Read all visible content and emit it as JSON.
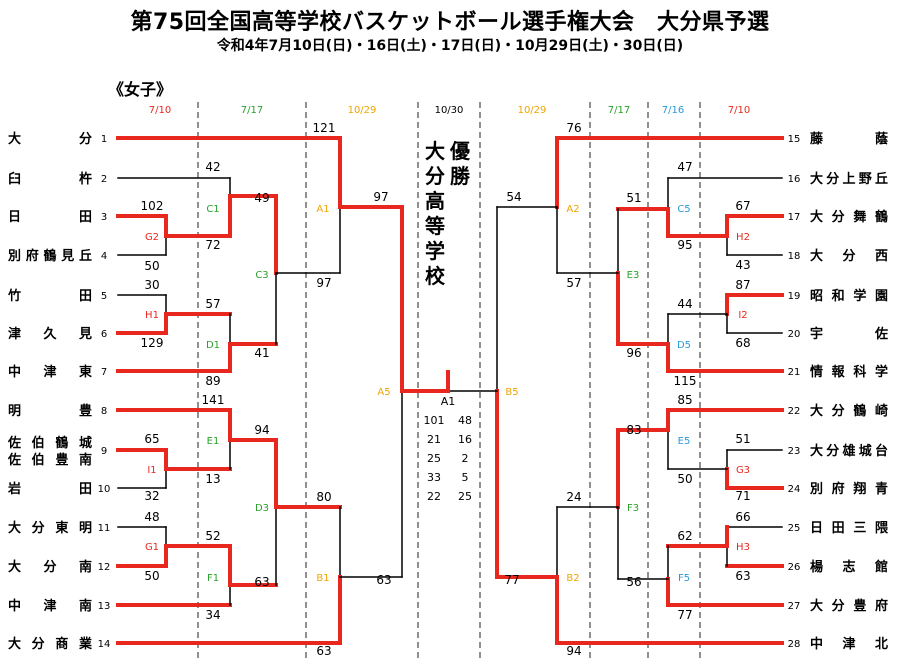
{
  "header": {
    "title": "第75回全国高等学校バスケットボール選手権大会　大分県予選",
    "subtitle": "令和4年7月10日(日)・16日(土)・17日(日)・10月29日(土)・30日(日)",
    "section": "《女子》"
  },
  "colors": {
    "win": "#e8281e",
    "base": "#000000",
    "r1": "#e8281e",
    "r2": "#2aa02a",
    "r3": "#f0a500",
    "r5": "#2a9ad8"
  },
  "dates": [
    {
      "label": "7/10",
      "color": "#e8281e"
    },
    {
      "label": "7/17",
      "color": "#2aa02a"
    },
    {
      "label": "10/29",
      "color": "#f0a500"
    },
    {
      "label": "10/30",
      "color": "#000000"
    },
    {
      "label": "10/29",
      "color": "#f0a500"
    },
    {
      "label": "7/17",
      "color": "#2aa02a"
    },
    {
      "label": "7/16",
      "color": "#2a9ad8"
    },
    {
      "label": "7/10",
      "color": "#e8281e"
    }
  ],
  "teams_left": [
    {
      "seed": "1",
      "name": "大分"
    },
    {
      "seed": "2",
      "name": "臼杵"
    },
    {
      "seed": "3",
      "name": "日田"
    },
    {
      "seed": "4",
      "name": "別府鶴見丘"
    },
    {
      "seed": "5",
      "name": "竹田"
    },
    {
      "seed": "6",
      "name": "津久見"
    },
    {
      "seed": "7",
      "name": "中津東"
    },
    {
      "seed": "8",
      "name": "明豊"
    },
    {
      "seed": "9",
      "name": "佐伯鶴城\n佐伯豊南"
    },
    {
      "seed": "10",
      "name": "岩田"
    },
    {
      "seed": "11",
      "name": "大分東明"
    },
    {
      "seed": "12",
      "name": "大分南"
    },
    {
      "seed": "13",
      "name": "中津南"
    },
    {
      "seed": "14",
      "name": "大分商業"
    }
  ],
  "teams_right": [
    {
      "seed": "15",
      "name": "藤蔭"
    },
    {
      "seed": "16",
      "name": "大分上野丘"
    },
    {
      "seed": "17",
      "name": "大分舞鶴"
    },
    {
      "seed": "18",
      "name": "大分西"
    },
    {
      "seed": "19",
      "name": "昭和学園"
    },
    {
      "seed": "20",
      "name": "宇佐"
    },
    {
      "seed": "21",
      "name": "情報科学"
    },
    {
      "seed": "22",
      "name": "大分鶴崎"
    },
    {
      "seed": "23",
      "name": "大分雄城台"
    },
    {
      "seed": "24",
      "name": "別府翔青"
    },
    {
      "seed": "25",
      "name": "日田三隈"
    },
    {
      "seed": "26",
      "name": "楊志館"
    },
    {
      "seed": "27",
      "name": "大分豊府"
    },
    {
      "seed": "28",
      "name": "中津北"
    }
  ],
  "games": [
    {
      "id": "G2",
      "top": "102",
      "bottom": "50"
    },
    {
      "id": "H1",
      "top": "30",
      "bottom": "129"
    },
    {
      "id": "I1",
      "top": "65",
      "bottom": "32"
    },
    {
      "id": "G1",
      "top": "48",
      "bottom": "50"
    },
    {
      "id": "C1",
      "top": "42",
      "bottom": "72"
    },
    {
      "id": "D1",
      "top": "57",
      "bottom": "89"
    },
    {
      "id": "E1",
      "top": "141",
      "bottom": "13"
    },
    {
      "id": "F1",
      "top": "52",
      "bottom": "34"
    },
    {
      "id": "C3",
      "top": "49",
      "bottom": "41"
    },
    {
      "id": "D3",
      "top": "94",
      "bottom": "63"
    },
    {
      "id": "A1",
      "top": "121",
      "bottom": "97"
    },
    {
      "id": "B1",
      "top": "80",
      "bottom": "63"
    },
    {
      "id": "H2",
      "top": "67",
      "bottom": "43"
    },
    {
      "id": "I2",
      "top": "87",
      "bottom": "68"
    },
    {
      "id": "G3",
      "top": "51",
      "bottom": "71"
    },
    {
      "id": "H3",
      "top": "66",
      "bottom": "63"
    },
    {
      "id": "C5",
      "top": "47",
      "bottom": "95"
    },
    {
      "id": "D5",
      "top": "44",
      "bottom": "115"
    },
    {
      "id": "E5",
      "top": "85",
      "bottom": "50"
    },
    {
      "id": "F5",
      "top": "62",
      "bottom": "77"
    },
    {
      "id": "E3",
      "top": "51",
      "bottom": "96"
    },
    {
      "id": "F3",
      "top": "83",
      "bottom": "56"
    },
    {
      "id": "A2",
      "top": "76",
      "bottom": "57"
    },
    {
      "id": "B2",
      "top": "24",
      "bottom": "94"
    },
    {
      "id": "A5",
      "top": "97",
      "bottom": "63"
    },
    {
      "id": "B5",
      "top": "54",
      "bottom": "77"
    }
  ],
  "final": {
    "champion_label": "優勝",
    "champion": "大分高等学校",
    "game_id": "A1",
    "quarters": [
      [
        "101",
        "48"
      ],
      [
        "21",
        "16"
      ],
      [
        "25",
        "2"
      ],
      [
        "33",
        "5"
      ],
      [
        "22",
        "25"
      ]
    ]
  }
}
